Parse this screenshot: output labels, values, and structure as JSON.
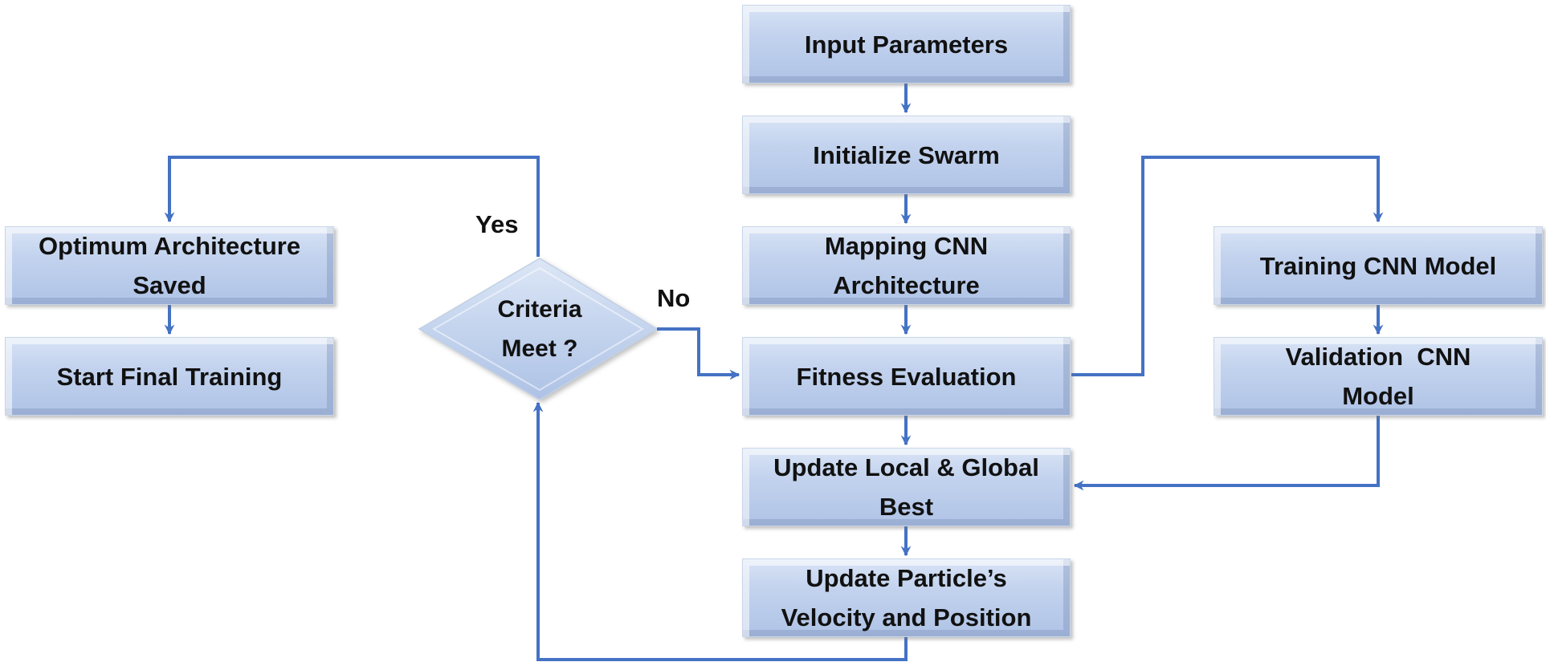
{
  "nodes": {
    "input_parameters": "Input Parameters",
    "initialize_swarm": "Initialize Swarm",
    "mapping_cnn_architecture": "Mapping CNN Architecture",
    "fitness_evaluation": "Fitness Evaluation",
    "update_local_global_best": "Update Local & Global Best",
    "update_particle_velocity_position": "Update Particle’s Velocity and Position",
    "training_cnn_model": "Training CNN Model",
    "validation_cnn_model": "Validation  CNN Model",
    "optimum_architecture_saved": "Optimum Architecture Saved",
    "start_final_training": "Start Final Training",
    "criteria_meet": "Criteria Meet ?"
  },
  "edge_labels": {
    "yes": "Yes",
    "no": "No"
  },
  "colors": {
    "connector": "#4472C4",
    "box_fill": "#BCCDEB",
    "text": "#111111"
  }
}
